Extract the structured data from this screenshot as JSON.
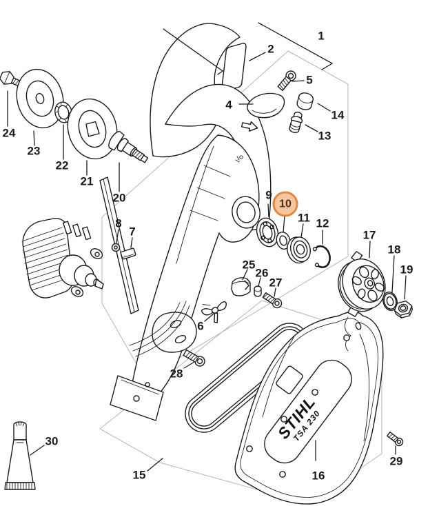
{
  "diagram": {
    "type": "exploded-parts-diagram",
    "product": {
      "brand": "STIHL",
      "model": "TSA 230"
    },
    "highlight": {
      "part_number": "10",
      "fill": "#F8C69C",
      "stroke": "#E2873F",
      "text_color": "#4A3119"
    },
    "colors": {
      "line": "#1A1A1A",
      "group_outline": "#B4B4B4",
      "background": "#FFFFFF"
    },
    "part_labels": {
      "n1": "1",
      "n2": "2",
      "n4": "4",
      "n5": "5",
      "n6": "6",
      "n7": "7",
      "n8": "8",
      "n9": "9",
      "n10": "10",
      "n11": "11",
      "n12": "12",
      "n13": "13",
      "n14": "14",
      "n15": "15",
      "n16": "16",
      "n17": "17",
      "n18": "18",
      "n19": "19",
      "n20": "20",
      "n21": "21",
      "n22": "22",
      "n23": "23",
      "n24": "24",
      "n25": "25",
      "n26": "26",
      "n27": "27",
      "n28": "28",
      "n29": "29",
      "n30": "30"
    }
  }
}
